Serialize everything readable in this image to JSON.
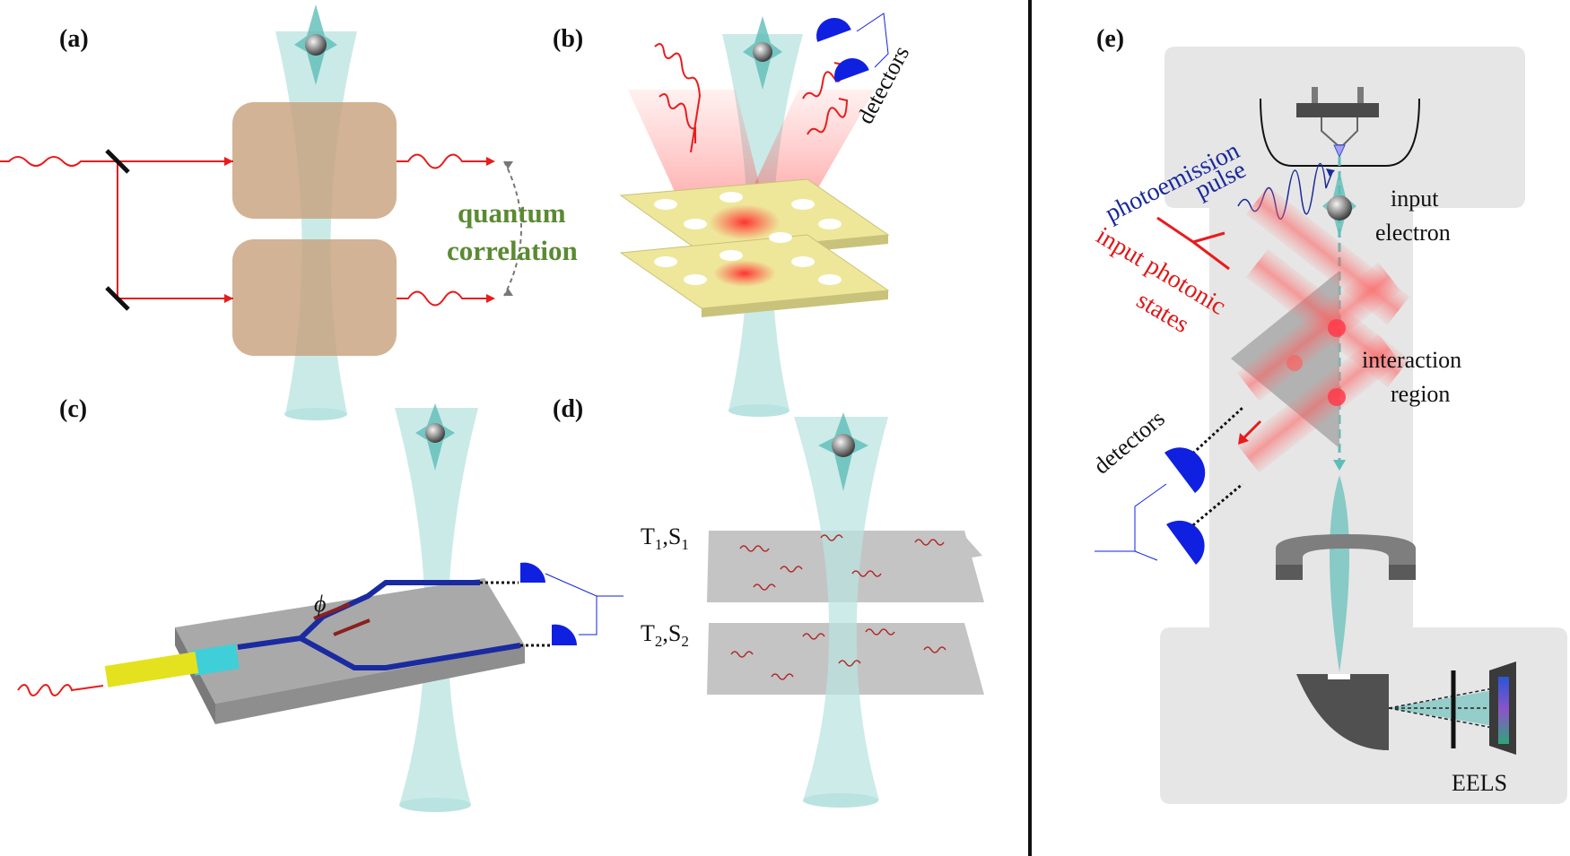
{
  "panels": {
    "a": {
      "label": "(a)",
      "correlation_line1": "quantum",
      "correlation_line2": "correlation"
    },
    "b": {
      "label": "(b)",
      "detectors": "detectors"
    },
    "c": {
      "label": "(c)",
      "phase_symbol": "ϕ"
    },
    "d": {
      "label": "(d)",
      "layer1": "T",
      "layer1_sub": "1",
      "layer1_sep": ",S",
      "layer1_sub2": "1",
      "layer2": "T",
      "layer2_sub": "2",
      "layer2_sep": ",S",
      "layer2_sub2": "2"
    },
    "e": {
      "label": "(e)",
      "photoemission": "photoemission",
      "pulse": "pulse",
      "input_electron_1": "input",
      "input_electron_2": "electron",
      "input_photonic_1": "input photonic",
      "input_photonic_2": "states",
      "interaction_1": "interaction",
      "interaction_2": "region",
      "detectors": "detectors",
      "eels": "EELS"
    }
  },
  "colors": {
    "beam": "#b8e3e0",
    "laser": "#e81c1c",
    "detector": "#1020e0",
    "electron_line": "#5ebdb8",
    "crystal": "#c8a27e",
    "slab_yellow": "#eee79a",
    "waveguide": "#1a2aa0",
    "gray_chamber": "#e6e6e6"
  }
}
